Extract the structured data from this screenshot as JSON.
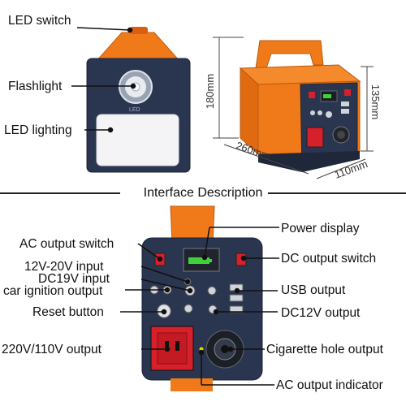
{
  "top_labels": {
    "led_switch": "LED switch",
    "flashlight": "Flashlight",
    "led_lighting": "LED lighting"
  },
  "panel_text": {
    "led_small": "LED"
  },
  "dimensions": {
    "height": "180mm",
    "length": "260mm",
    "width": "110mm",
    "side": "135mm"
  },
  "section_title": "Interface Description",
  "interface_labels": {
    "ac_output_switch": "AC output switch",
    "input_12v_20v": "12V-20V input",
    "dc19v_input": "DC19V input",
    "car_ignition_output": "car ignition output",
    "reset_button": "Reset button",
    "output_220v_110v": "220V/110V output",
    "power_display": "Power display",
    "dc_output_switch": "DC output switch",
    "usb_output": "USB output",
    "dc12v_output": "DC12V output",
    "cigarette_hole_output": "Cigarette hole output",
    "ac_output_indicator": "AC output indicator"
  },
  "colors": {
    "orange": "#f07a1a",
    "navy_panel": "#2a3550",
    "red_switch": "#d6202a",
    "led_green": "#3fd13a"
  }
}
